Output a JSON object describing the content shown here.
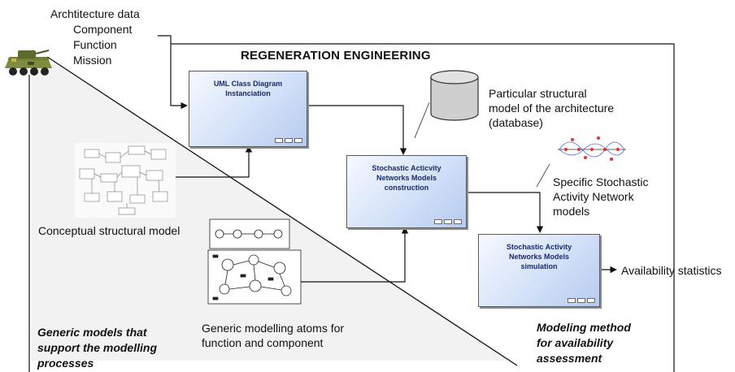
{
  "inputs": {
    "heading": "Archtitecture data",
    "items": [
      "Component",
      "Function",
      "Mission"
    ]
  },
  "title": "REGENERATION ENGINEERING",
  "boxes": {
    "uml": "UML Class Diagram\nInstanciation",
    "san_construction": "Stochastic Acticvity\nNetworks Models\nconstruction",
    "san_simulation": "Stochastic Activity\nNetworks Models\nsimulation"
  },
  "labels": {
    "database": "Particular structural\nmodel of the architecture\n(database)",
    "specific_san": "Specific Stochastic\nActivity Network\nmodels",
    "conceptual": "Conceptual structural model",
    "atoms": "Generic modelling atoms for\nfunction and component",
    "availability": "Availability statistics"
  },
  "regions": {
    "generic": "Generic models that\nsupport the modelling\nprocesses",
    "method": "Modeling method\nfor availability\nassessment"
  },
  "colors": {
    "box_fill_light": "#f6f9ff",
    "box_fill_dark": "#b6cbef",
    "box_text": "#1b2a6b",
    "triangle_fill": "#f2f2f2",
    "vehicle_body": "#6f7d3a"
  }
}
